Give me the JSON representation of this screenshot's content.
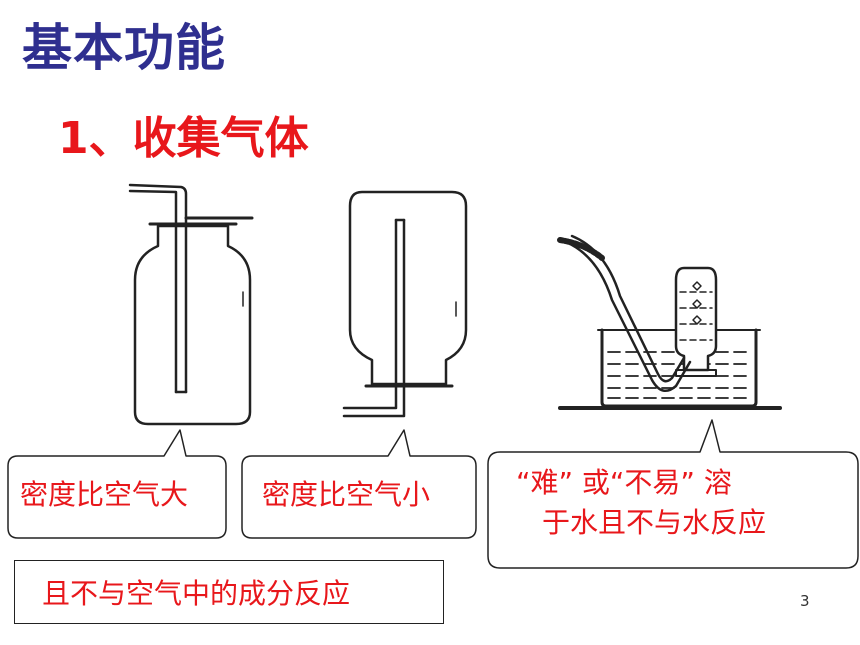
{
  "slide": {
    "title": "基本功能",
    "subtitle": "1、收集气体",
    "callouts": [
      {
        "text": "密度比空气大"
      },
      {
        "text": "密度比空气小"
      },
      {
        "line1": "“难”  或“不易”  溶",
        "line2": "于水且不与水反应"
      }
    ],
    "note": "且不与空气中的成分反应",
    "page_number": "3"
  },
  "colors": {
    "title": "#2f2f8f",
    "accent_red": "#e8171b",
    "line": "#222222"
  }
}
